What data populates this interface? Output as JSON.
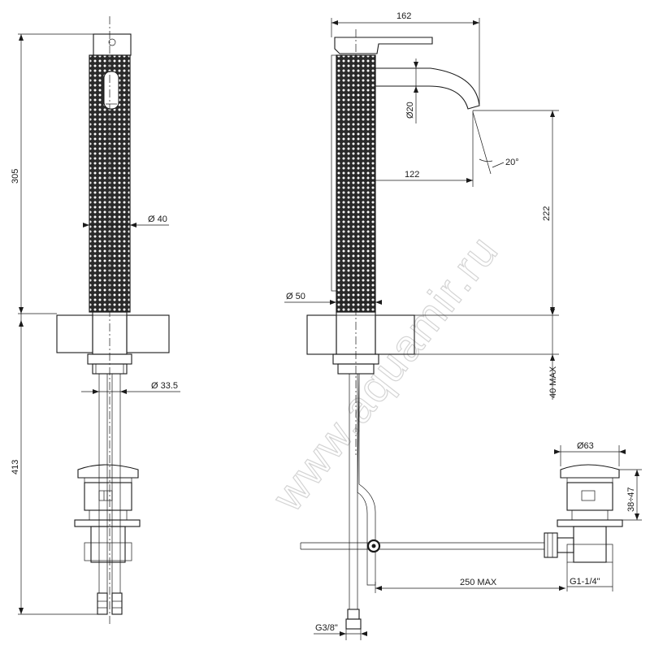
{
  "watermark": "www.aquamir.ru",
  "colors": {
    "line": "#1a1a1a",
    "hatch": "#555555",
    "knurl": "#2a2a2a",
    "watermark": "#d4d4d4"
  },
  "dimensions": {
    "total_height_upper": "305",
    "total_height_lower": "413",
    "body_diameter": "Ø 40",
    "hose_diameter": "Ø 33.5",
    "overall_reach": "162",
    "spout_diameter": "Ø20",
    "spout_reach": "122",
    "spout_angle": "20°",
    "spout_height": "222",
    "base_diameter": "Ø 50",
    "deck_thickness": "40 MAX",
    "waste_diameter": "Ø63",
    "waste_height": "38÷47",
    "rod_length": "250 MAX",
    "waste_thread": "G1-1/4\"",
    "hose_thread": "G3/8\""
  }
}
